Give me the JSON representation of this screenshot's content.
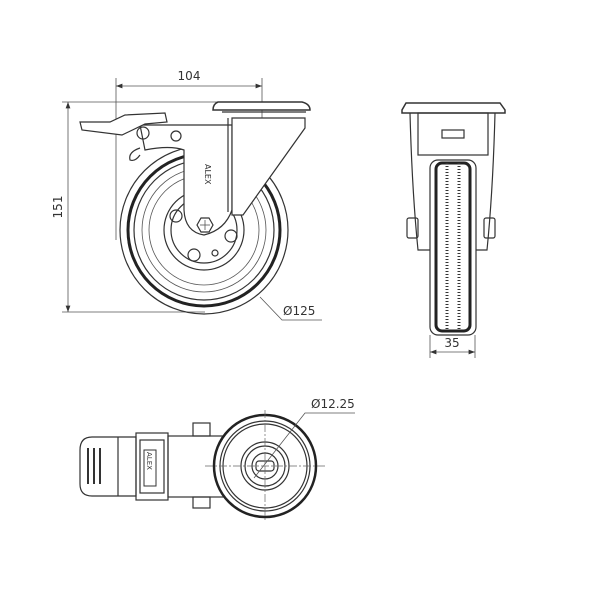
{
  "dimensions": {
    "width": "104",
    "height": "151",
    "wheel_diameter": "Ø125",
    "wheel_width": "35",
    "axle_diameter": "Ø12.25"
  },
  "brand_logo": "ALEX",
  "colors": {
    "line": "#333333",
    "background": "#ffffff"
  }
}
